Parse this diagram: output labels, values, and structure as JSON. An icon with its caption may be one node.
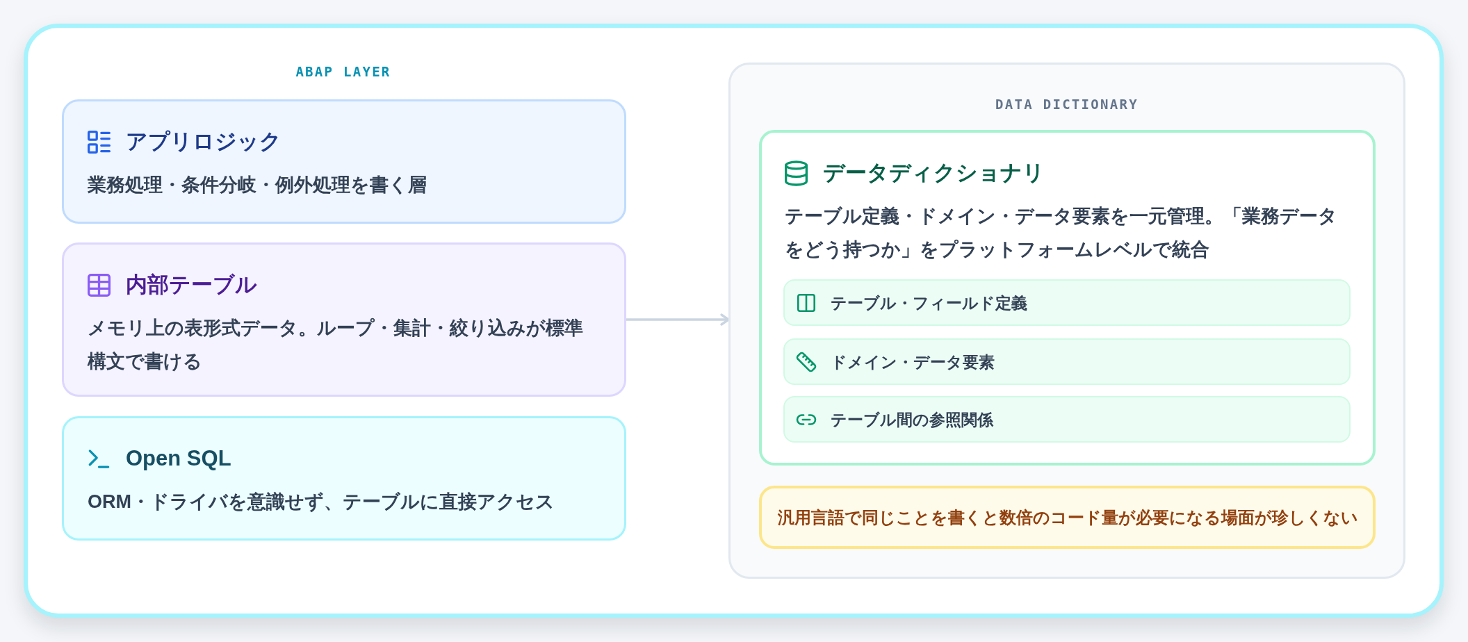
{
  "diagram": {
    "nodes": [
      {
        "text": [
          "アプリロジック",
          "業務処理・条件分岐・例外処理を書く層"
        ]
      },
      {
        "text": [
          "内部テーブル",
          "メモリ上の表形式データ。ループ・集計・絞り込みが標準構文で書ける"
        ]
      },
      {
        "text": [
          "Open SQL",
          "ORM・ドライバを意識せず、テーブルに直接アクセス"
        ]
      },
      {
        "text": [
          "DATA DICTIONARY"
        ]
      },
      {
        "text": [
          "データディクショナリ",
          "テーブル定義・ドメイン・データ要素を一元管理。「業務データをどう持つか」をプラットフォームレベルで統合"
        ],
        "in": 3
      },
      {
        "text": [
          "テーブル・フィールド定義"
        ],
        "in": 4
      },
      {
        "text": [
          "ドメイン・データ要素"
        ],
        "in": 4
      },
      {
        "text": [
          "テーブル間の参照関係"
        ],
        "in": 4
      },
      {
        "text": [
          "汎用言語で同じことを書くと数倍のコード量が必要になる場面が珍しくない"
        ],
        "in": 3
      }
    ],
    "edges": [
      {
        "from": 1,
        "to": 3,
        "arrow": "to"
      }
    ],
    "labels": [
      "ABAP LAYER"
    ]
  }
}
